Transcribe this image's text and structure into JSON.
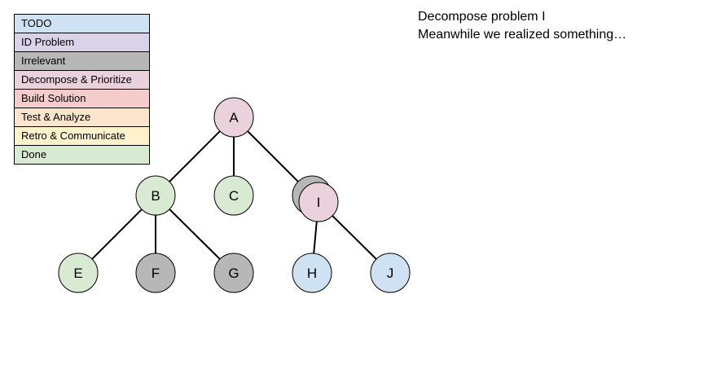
{
  "legend": [
    {
      "label": "TODO",
      "color": "#cfe2f3"
    },
    {
      "label": "ID Problem",
      "color": "#d9d2e9"
    },
    {
      "label": "Irrelevant",
      "color": "#b7b7b7"
    },
    {
      "label": "Decompose & Prioritize",
      "color": "#ead1dc"
    },
    {
      "label": "Build Solution",
      "color": "#f4cccc"
    },
    {
      "label": "Test & Analyze",
      "color": "#fce5cd"
    },
    {
      "label": "Retro & Communicate",
      "color": "#fff2cc"
    },
    {
      "label": "Done",
      "color": "#d9ead3"
    }
  ],
  "note": {
    "line1": "Decompose problem I",
    "line2": "Meanwhile we realized something…"
  },
  "tree": {
    "nodes": [
      {
        "id": "A",
        "label": "A",
        "status": "Decompose & Prioritize"
      },
      {
        "id": "B",
        "label": "B",
        "status": "Done"
      },
      {
        "id": "C",
        "label": "C",
        "status": "Done"
      },
      {
        "id": "D",
        "label": "",
        "status": "Irrelevant"
      },
      {
        "id": "I",
        "label": "I",
        "status": "Decompose & Prioritize"
      },
      {
        "id": "E",
        "label": "E",
        "status": "Done"
      },
      {
        "id": "F",
        "label": "F",
        "status": "Irrelevant"
      },
      {
        "id": "G",
        "label": "G",
        "status": "Irrelevant"
      },
      {
        "id": "H",
        "label": "H",
        "status": "TODO"
      },
      {
        "id": "J",
        "label": "J",
        "status": "TODO"
      }
    ],
    "edges": [
      [
        "A",
        "B"
      ],
      [
        "A",
        "C"
      ],
      [
        "A",
        "D"
      ],
      [
        "B",
        "E"
      ],
      [
        "B",
        "F"
      ],
      [
        "B",
        "G"
      ],
      [
        "I",
        "H"
      ],
      [
        "I",
        "J"
      ]
    ]
  }
}
